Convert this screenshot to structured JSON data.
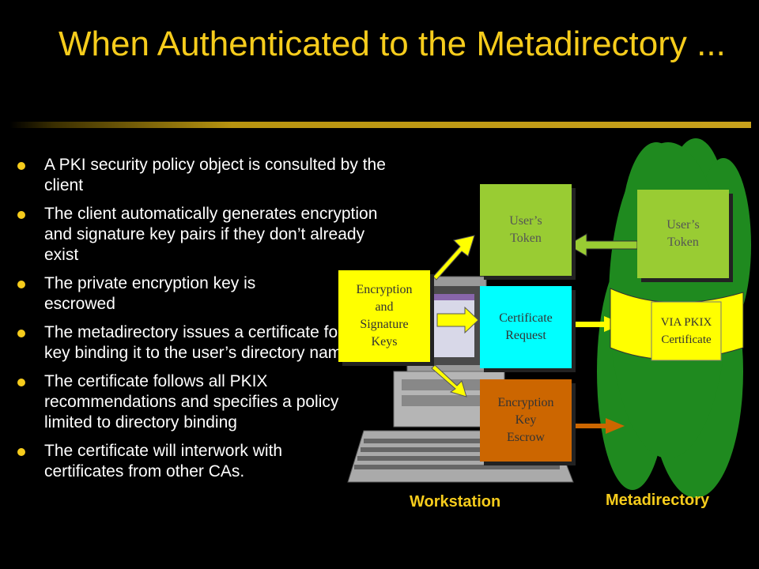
{
  "slide": {
    "title": "When Authenticated to the Metadirectory ...",
    "bullets": [
      "A PKI security policy object is consulted by the client",
      "The client automatically generates encryption and signature key pairs if they don’t already exist",
      "The private encryption key is escrowed",
      "The metadirectory issues a certificate for each key binding it to the user’s directory name",
      "The certificate follows all PKIX recommendations and specifies a policy limited to directory binding",
      "The certificate will interwork with certificates from other CAs."
    ]
  },
  "diagram": {
    "workstation_label": "Workstation",
    "metadirectory_label": "Metadirectory",
    "keys_box": "Encryption\nand\nSignature\nKeys",
    "token_ws": "User’s\nToken",
    "cert_request": "Certificate\nRequest",
    "escrow_box": "Encryption\nKey\nEscrow",
    "token_md": "User’s\nToken",
    "via_pkix": "VIA PKIX\nCertificate",
    "colors": {
      "accent": "#f6cc1c",
      "cloud_green": "#1f8a1f",
      "token_green": "#99cc33",
      "keys_yellow": "#ffff00",
      "cert_cyan": "#00ffff",
      "escrow_orange": "#cc6600"
    }
  }
}
